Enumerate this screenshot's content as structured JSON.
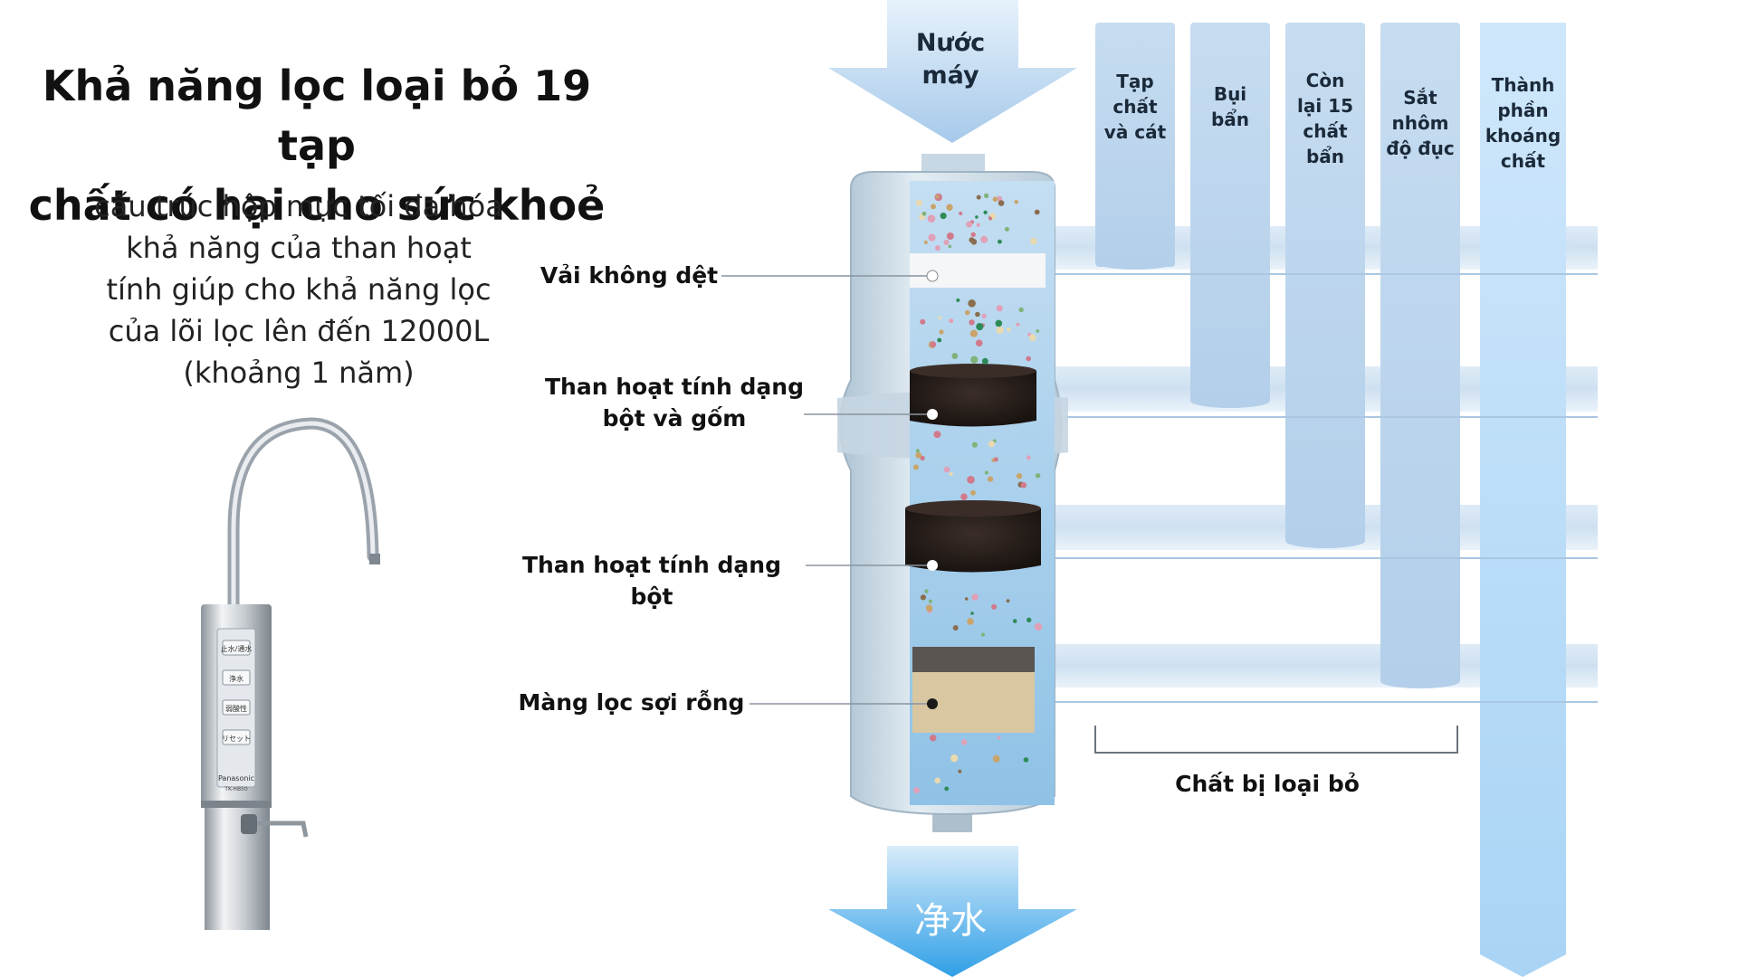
{
  "title": "Khả năng lọc loại bỏ 19 tạp\nchất có hại cho sức khoẻ",
  "subtitle": "cấu trúc hộp mực tối đa hóa\nkhả năng của than hoạt\ntính giúp cho khả năng lọc\ncủa lõi lọc lên đến 12000L\n(khoảng 1 năm)",
  "inlet": {
    "label": "Nước\nmáy"
  },
  "outlet": {
    "label": "净水"
  },
  "layers": [
    {
      "label": "Vải không dệt"
    },
    {
      "label": "Than hoạt tính dạng\nbột và gốm"
    },
    {
      "label": "Than hoạt tính dạng bột"
    },
    {
      "label": "Màng lọc sợi rỗng"
    }
  ],
  "columns": [
    {
      "label": "Tạp\nchất\nvà cát"
    },
    {
      "label": "Bụi\nbẩn"
    },
    {
      "label": "Còn\nlại 15\nchất\nbẩn"
    },
    {
      "label": "Sắt\nnhôm\nđộ đục"
    },
    {
      "label": "Thành\nphần\nkhoáng\nchất"
    }
  ],
  "removed_label": "Chất bị loại bỏ",
  "faucet": {
    "brand": "Panasonic",
    "model": "TK-HB50",
    "buttons": [
      "止水/通水",
      "浄水",
      "弱酸性",
      "リセット"
    ]
  },
  "colors": {
    "water": "#b9d6ee",
    "arrow": "#a9cdec",
    "outlet": "#39a3e6",
    "carbon": "#2a201c"
  }
}
